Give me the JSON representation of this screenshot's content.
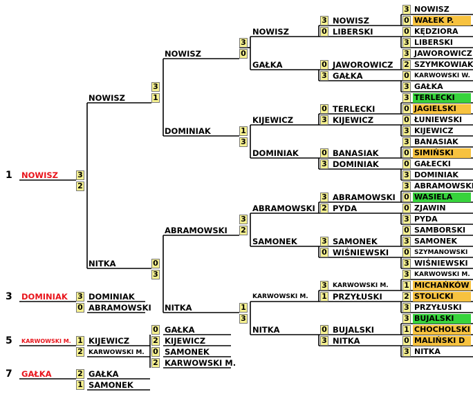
{
  "places": [
    {
      "rank": "1",
      "name": "NOWISZ"
    },
    {
      "rank": "3",
      "name": "DOMINIAK"
    },
    {
      "rank": "5",
      "name": "KARWOWSKI M."
    },
    {
      "rank": "7",
      "name": "GAŁKA"
    }
  ],
  "final": [
    {
      "score": "3"
    },
    {
      "score": "2"
    }
  ],
  "semis": [
    {
      "name": "NOWISZ",
      "score": "3"
    },
    {
      "name": "NITKA",
      "score": "0"
    }
  ],
  "semi_bottom_scores": [
    "1",
    "3"
  ],
  "quarters": [
    {
      "name": "NOWISZ",
      "score": "3"
    },
    {
      "name": "DOMINIAK",
      "score": "1"
    },
    {
      "name": "ABRAMOWSKI",
      "score": "3"
    },
    {
      "name": "NITKA",
      "score": "1"
    }
  ],
  "quarter_bottom_scores": [
    "0",
    "3",
    "2",
    "3"
  ],
  "r16": [
    {
      "name": "NOWISZ"
    },
    {
      "name": "GAŁKA"
    },
    {
      "name": "KIJEWICZ"
    },
    {
      "name": "DOMINIAK"
    },
    {
      "name": "ABRAMOWSKI"
    },
    {
      "name": "SAMONEK"
    },
    {
      "name": "KARWOWSKI M."
    },
    {
      "name": "NITKA"
    }
  ],
  "r32": [
    {
      "score": "3",
      "name": "NOWISZ"
    },
    {
      "score": "0",
      "name": "LIBERSKI"
    },
    {
      "score": "0",
      "name": "JAWOROWICZ"
    },
    {
      "score": "3",
      "name": "GAŁKA"
    },
    {
      "score": "0",
      "name": "TERLECKI"
    },
    {
      "score": "3",
      "name": "KIJEWICZ"
    },
    {
      "score": "0",
      "name": "BANASIAK"
    },
    {
      "score": "3",
      "name": "DOMINIAK"
    },
    {
      "score": "3",
      "name": "ABRAMOWSKI"
    },
    {
      "score": "2",
      "name": "PYDA"
    },
    {
      "score": "3",
      "name": "SAMONEK"
    },
    {
      "score": "0",
      "name": "WIŚNIEWSKI"
    },
    {
      "score": "3",
      "name": "KARWOWSKI M."
    },
    {
      "score": "1",
      "name": "PRZYŁUSKI"
    },
    {
      "score": "0",
      "name": "BUJALSKI"
    },
    {
      "score": "3",
      "name": "NITKA"
    }
  ],
  "r64": [
    {
      "score": "3",
      "name": "NOWISZ",
      "hl": ""
    },
    {
      "score": "0",
      "name": "WAŁEK P.",
      "hl": "orange"
    },
    {
      "score": "0",
      "name": "KĘDZIORA",
      "hl": ""
    },
    {
      "score": "3",
      "name": "LIBERSKI",
      "hl": ""
    },
    {
      "score": "3",
      "name": "JAWOROWICZ",
      "hl": ""
    },
    {
      "score": "2",
      "name": "SZYMKOWIAK",
      "hl": ""
    },
    {
      "score": "0",
      "name": "KARWOWSKI W.",
      "hl": ""
    },
    {
      "score": "3",
      "name": "GAŁKA",
      "hl": ""
    },
    {
      "score": "3",
      "name": "TERLECKI",
      "hl": "green"
    },
    {
      "score": "0",
      "name": "JAGIELSKI",
      "hl": "orange"
    },
    {
      "score": "0",
      "name": "ŁUNIEWSKI",
      "hl": ""
    },
    {
      "score": "3",
      "name": "KIJEWICZ",
      "hl": ""
    },
    {
      "score": "3",
      "name": "BANASIAK",
      "hl": ""
    },
    {
      "score": "0",
      "name": "SIMIŃSKI",
      "hl": "orange"
    },
    {
      "score": "0",
      "name": "GAŁECKI",
      "hl": ""
    },
    {
      "score": "3",
      "name": "DOMINIAK",
      "hl": ""
    },
    {
      "score": "3",
      "name": "ABRAMOWSKI",
      "hl": ""
    },
    {
      "score": "0",
      "name": "WASIELA",
      "hl": "green"
    },
    {
      "score": "0",
      "name": "ZJAWIN",
      "hl": ""
    },
    {
      "score": "3",
      "name": "PYDA",
      "hl": ""
    },
    {
      "score": "0",
      "name": "SAMBORSKI",
      "hl": ""
    },
    {
      "score": "3",
      "name": "SAMONEK",
      "hl": ""
    },
    {
      "score": "0",
      "name": "SZYMANOWSKI",
      "hl": ""
    },
    {
      "score": "3",
      "name": "WIŚNIEWSKI",
      "hl": ""
    },
    {
      "score": "3",
      "name": "KARWOWSKI M.",
      "hl": ""
    },
    {
      "score": "1",
      "name": "MICHAŃKÓW",
      "hl": "orange"
    },
    {
      "score": "2",
      "name": "STOLICKI",
      "hl": "orange"
    },
    {
      "score": "3",
      "name": "PRZYŁUSKI",
      "hl": ""
    },
    {
      "score": "3",
      "name": "BUJALSKI",
      "hl": "green"
    },
    {
      "score": "1",
      "name": "CHOCHOLSKI",
      "hl": "orange"
    },
    {
      "score": "0",
      "name": "MALIŃSKI D",
      "hl": "orange"
    },
    {
      "score": "3",
      "name": "NITKA",
      "hl": ""
    }
  ],
  "third_place": [
    {
      "score": "3",
      "name": "DOMINIAK"
    },
    {
      "score": "0",
      "name": "ABRAMOWSKI"
    }
  ],
  "consolation_5_8": [
    {
      "score": "0",
      "name": "GAŁKA"
    },
    {
      "score": "2",
      "name": "KIJEWICZ"
    },
    {
      "score": "0",
      "name": "SAMONEK"
    },
    {
      "score": "2",
      "name": "KARWOWSKI M."
    }
  ],
  "fifth_place": [
    {
      "score": "1",
      "name": "KIJEWICZ"
    },
    {
      "score": "2",
      "name": "KARWOWSKI M."
    }
  ],
  "seventh_place": [
    {
      "score": "2",
      "name": "GAŁKA"
    },
    {
      "score": "1",
      "name": "SAMONEK"
    }
  ]
}
